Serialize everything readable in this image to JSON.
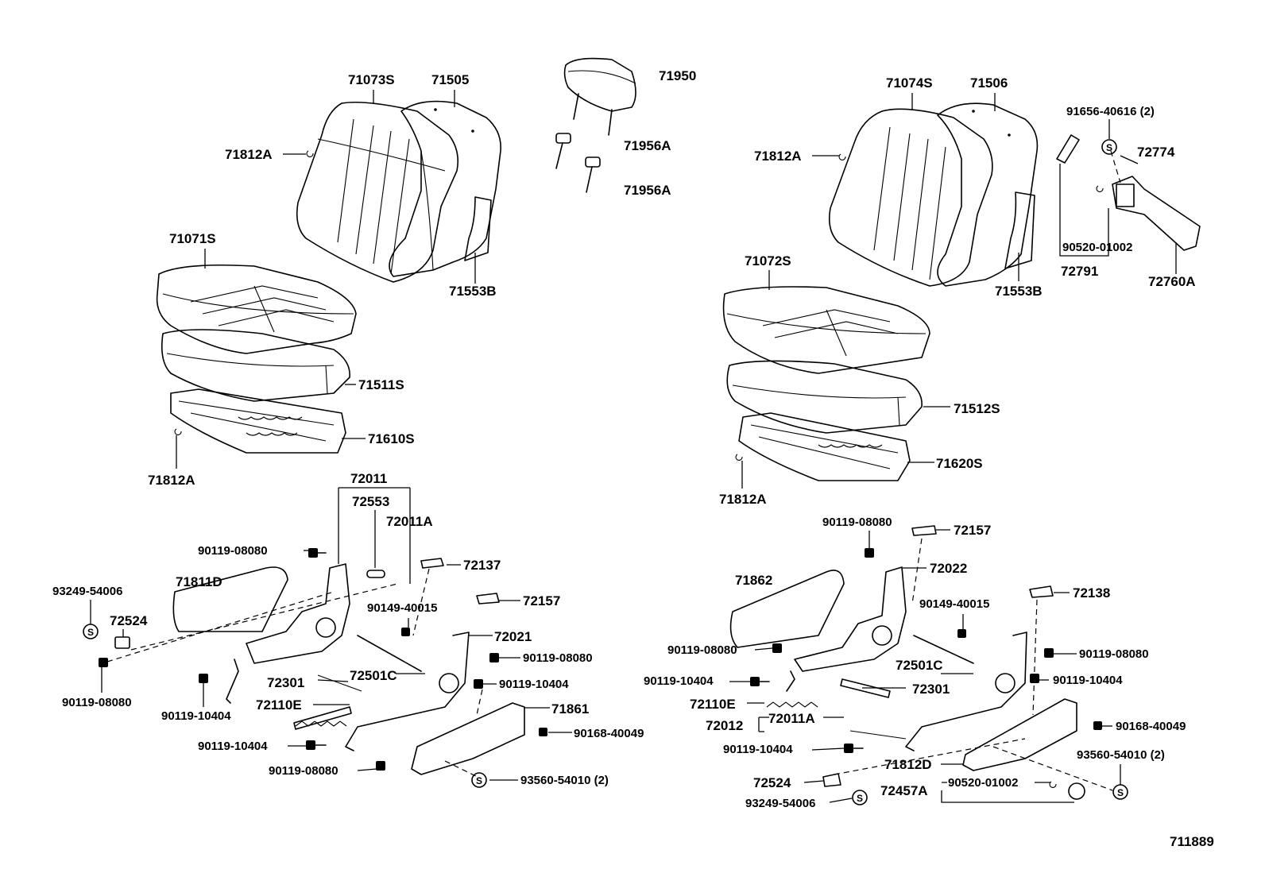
{
  "diagram_id": "711889",
  "left_seat": {
    "labels": {
      "seatback_cover": "71073S",
      "seatback_pad": "71505",
      "hog_ring_top": "71812A",
      "cushion_cover": "71071S",
      "back_board": "71553B",
      "cushion_pad": "71511S",
      "cushion_frame": "71610S",
      "hog_ring_bottom": "71812A",
      "adjuster_assy": "72011",
      "adjuster_a": "72553",
      "adjuster_b": "72011A",
      "bolt_top": "90119-08080",
      "cap_72137": "72137",
      "ring_93249": "93249-54006",
      "shield_71811D": "71811D",
      "clip_72524": "72524",
      "bolt_left": "90119-08080",
      "cap_72157": "72157",
      "ring_90149": "90149-40015",
      "frame_72021": "72021",
      "bolt_frame": "90119-08080",
      "rod_72501C": "72501C",
      "bolt_frame_10404": "90119-10404",
      "spring_72301": "72301",
      "bolt_left_10404": "90119-10404",
      "spring_72110E": "72110E",
      "shield_71861": "71861",
      "screw_90168": "90168-40049",
      "bolt_bottom_10404": "90119-10404",
      "bolt_bottom_08080": "90119-08080",
      "screw_93560": "93560-54010 (2)"
    }
  },
  "headrest": {
    "labels": {
      "headrest": "71950",
      "support_1": "71956A",
      "support_2": "71956A"
    }
  },
  "right_seat": {
    "labels": {
      "seatback_cover": "71074S",
      "seatback_pad": "71506",
      "hog_ring_top": "71812A",
      "screw_91656": "91656-40616 (2)",
      "knob_72774": "72774",
      "pin_90520": "90520-01002",
      "lever_72791": "72791",
      "lever_72760A": "72760A",
      "back_board": "71553B",
      "cushion_cover": "71072S",
      "cushion_pad": "71512S",
      "cushion_frame": "71620S",
      "hog_ring_bottom": "71812A",
      "bolt_top": "90119-08080",
      "cap_72157": "72157",
      "shield_71862": "71862",
      "frame_72022": "72022",
      "cap_72138": "72138",
      "ring_90149": "90149-40015",
      "bolt_left": "90119-08080",
      "bolt_right": "90119-08080",
      "rod_72501C": "72501C",
      "bolt_left_10404": "90119-10404",
      "spring_72301": "72301",
      "bolt_right_10404": "90119-10404",
      "spring_72110E": "72110E",
      "adjuster_72012": "72012",
      "adjuster_72011A": "72011A",
      "screw_90168": "90168-40049",
      "bolt_bottom_10404": "90119-10404",
      "shield_71812D": "71812D",
      "screw_93560": "93560-54010 (2)",
      "clip_72524": "72524",
      "pin_90520_b": "90520-01002",
      "ring_93249": "93249-54006",
      "link_72457A": "72457A"
    }
  },
  "clip_symbol": "S"
}
